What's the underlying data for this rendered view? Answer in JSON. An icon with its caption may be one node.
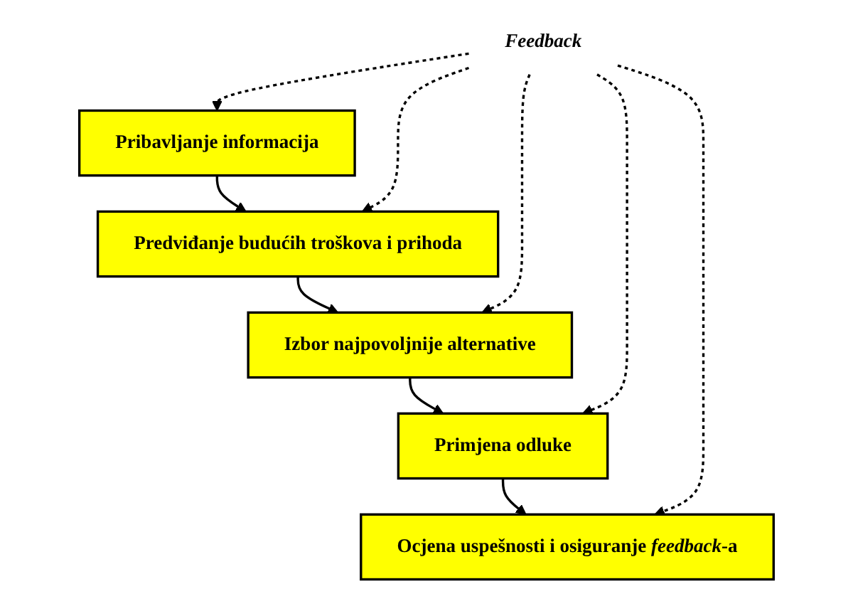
{
  "diagram": {
    "nodes": [
      {
        "text": [
          "Pribavljanje informacija"
        ]
      },
      {
        "text": [
          "Predviđanje budućih troškova i prihoda"
        ]
      },
      {
        "text": [
          "Izbor najpovoljnije alternative"
        ]
      },
      {
        "text": [
          "Primjena odluke"
        ]
      },
      {
        "text": [
          "Ocjena uspešnosti i osiguranje *feedback*-a"
        ]
      },
      {
        "text": [
          "Feedback"
        ]
      }
    ],
    "edges": [
      {
        "from": 0,
        "to": 1,
        "arrow": "to"
      },
      {
        "from": 1,
        "to": 2,
        "arrow": "to"
      },
      {
        "from": 2,
        "to": 3,
        "arrow": "to"
      },
      {
        "from": 3,
        "to": 4,
        "arrow": "to"
      },
      {
        "from": 5,
        "to": 0,
        "arrow": "to",
        "style": "dashed"
      },
      {
        "from": 5,
        "to": 1,
        "arrow": "to",
        "style": "dashed"
      },
      {
        "from": 5,
        "to": 2,
        "arrow": "to",
        "style": "dashed"
      },
      {
        "from": 5,
        "to": 3,
        "arrow": "to",
        "style": "dashed"
      },
      {
        "from": 5,
        "to": 4,
        "arrow": "to",
        "style": "dashed"
      }
    ]
  }
}
